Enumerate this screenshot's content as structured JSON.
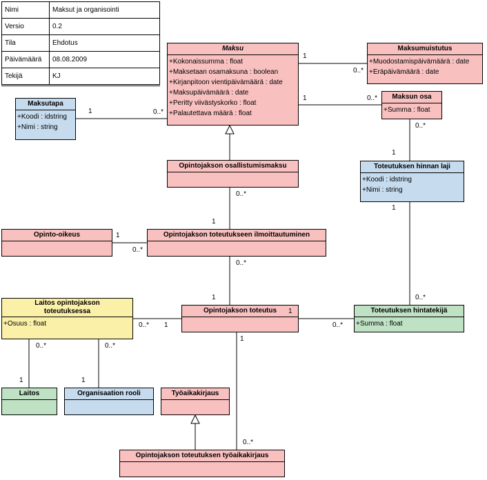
{
  "meta": [
    {
      "key": "Nimi",
      "value": "Maksut ja organisointi"
    },
    {
      "key": "Versio",
      "value": "0.2"
    },
    {
      "key": "Tila",
      "value": "Ehdotus"
    },
    {
      "key": "Päivämäärä",
      "value": "08.08.2009"
    },
    {
      "key": "Tekijä",
      "value": "KJ"
    }
  ],
  "classes": {
    "maksu": {
      "name": "Maksu",
      "attrs": [
        "+Kokonaissumma : float",
        "+Maksetaan osamaksuna : boolean",
        "+Kirjanpitoon vientipäivämäärä : date",
        "+Maksupäivämäärä : date",
        "+Peritty viivästyskorko : float",
        "+Palautettava määrä : float"
      ]
    },
    "maksumuistutus": {
      "name": "Maksumuistutus",
      "attrs": [
        "+Muodostamispäivämäärä : date",
        "+Eräpäivämäärä : date"
      ]
    },
    "maksutapa": {
      "name": "Maksutapa",
      "attrs": [
        "+Koodi : idstring",
        "+Nimi : string"
      ]
    },
    "maksun_osa": {
      "name": "Maksun osa",
      "attrs": [
        "+Summa : float"
      ]
    },
    "osallistumismaksu": {
      "name": "Opintojakson osallistumismaksu",
      "attrs": []
    },
    "hinnan_laji": {
      "name": "Toteutuksen hinnan laji",
      "attrs": [
        "+Koodi : idstring",
        "+Nimi : string"
      ]
    },
    "opinto_oikeus": {
      "name": "Opinto-oikeus",
      "attrs": []
    },
    "ilmoittautuminen": {
      "name": "Opintojakson toteutukseen ilmoittautuminen",
      "attrs": []
    },
    "laitos_opintojaksossa": {
      "name": "Laitos opintojakson toteutuksessa",
      "attrs": [
        "+Osuus : float"
      ]
    },
    "toteutus": {
      "name": "Opintojakson toteutus",
      "attrs": []
    },
    "hintatekija": {
      "name": "Toteutuksen hintatekijä",
      "attrs": [
        "+Summa : float"
      ]
    },
    "laitos": {
      "name": "Laitos",
      "attrs": []
    },
    "organisaation_rooli": {
      "name": "Organisaation rooli",
      "attrs": []
    },
    "tyoaikakirjaus": {
      "name": "Työaikakirjaus",
      "attrs": []
    },
    "toteutuksen_tyoaikakirjaus": {
      "name": "Opintojakson toteutuksen työaikakirjaus",
      "attrs": []
    }
  },
  "multiplicities": {
    "maksu_muistutus_a": "1",
    "maksu_muistutus_b": "0..*",
    "maksutapa_maksu_a": "1",
    "maksutapa_maksu_b": "0..*",
    "maksu_osa_a": "1",
    "maksu_osa_b": "0..*",
    "osa_laji_a": "0..*",
    "osa_laji_b": "1",
    "osallistumis_ilmo_a": "0..*",
    "osallistumis_ilmo_b": "1",
    "oikeus_ilmo_a": "1",
    "oikeus_ilmo_b": "0..*",
    "ilmo_toteutus_a": "0..*",
    "ilmo_toteutus_b": "1",
    "laitosot_toteutus_a": "0..*",
    "laitosot_toteutus_b": "1",
    "toteutus_hinta_a": "1",
    "toteutus_hinta_b": "0..*",
    "laji_hinta_a": "1",
    "laji_hinta_b": "0..*",
    "laitosot_laitos_a": "0..*",
    "laitosot_laitos_b": "1",
    "laitosot_rooli_a": "0..*",
    "laitosot_rooli_b": "1",
    "toteutus_tyo_a": "1",
    "toteutus_tyo_b": "0..*"
  }
}
